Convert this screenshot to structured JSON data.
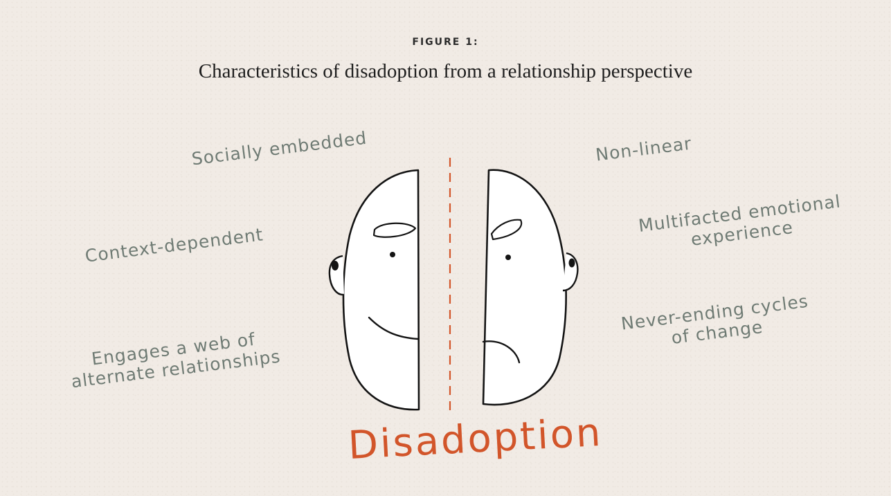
{
  "header": {
    "figure_label": "FIGURE 1:",
    "title": "Characteristics of disadoption from a relationship perspective"
  },
  "center_label": "Disadoption",
  "left_traits": {
    "socially": "Socially embedded",
    "context": "Context-dependent",
    "engages_line1": "Engages a web of",
    "engages_line2": "alternate relationships"
  },
  "right_traits": {
    "nonlinear": "Non-linear",
    "multifacted_line1": "Multifacted emotional",
    "multifacted_line2": "experience",
    "neverending_line1": "Never-ending cycles",
    "neverending_line2": "of change"
  },
  "colors": {
    "background": "#f1ebe5",
    "trait_text": "#6f7b74",
    "accent": "#d2552a",
    "outline": "#141414"
  },
  "icons": [
    "happy-half-face-icon",
    "sad-half-face-icon",
    "dashed-divider-line"
  ]
}
